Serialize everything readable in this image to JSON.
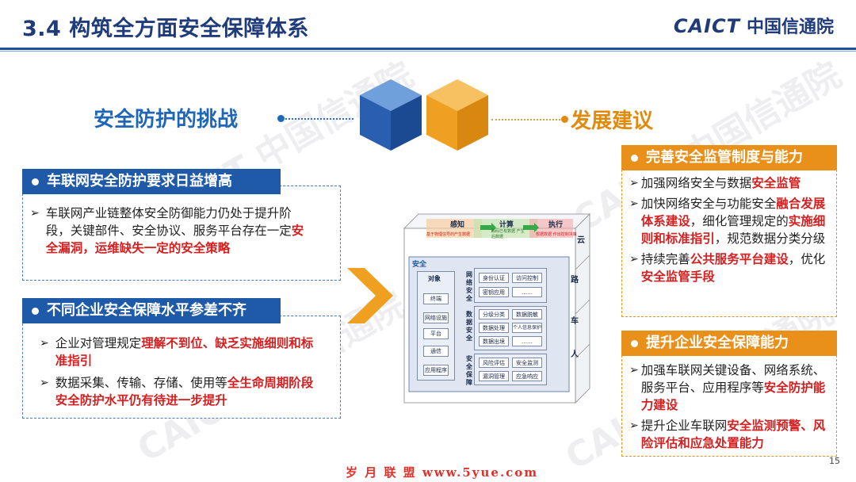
{
  "header": {
    "title": "3.4 构筑全方面安全保障体系",
    "logo_en": "CAICT",
    "logo_cn": "中国信通院"
  },
  "watermark": "CAICT 中国信通院",
  "left": {
    "heading": "安全防护的挑战",
    "sections": [
      {
        "title": "车联网安全防护要求日益增高",
        "bullets": [
          [
            {
              "t": "车联网产业链整体安全防御能力仍处于提升阶段，关键部件、安全协议、服务平台存在一定"
            },
            {
              "t": "安全漏洞，运维缺失一定的安全策略",
              "red": true
            }
          ]
        ]
      },
      {
        "title": "不同企业安全保障水平参差不齐",
        "bullets": [
          [
            {
              "t": "企业对管理规定"
            },
            {
              "t": "理解不到位、缺乏实施细则和标准指引",
              "red": true
            }
          ],
          [
            {
              "t": "数据采集、传输、存储、使用等"
            },
            {
              "t": "全生命周期阶段安全防护水平仍有待进一步提升",
              "red": true
            }
          ]
        ]
      }
    ]
  },
  "right": {
    "heading": "发展建议",
    "sections": [
      {
        "title": "完善安全监管制度与能力",
        "bullets": [
          [
            {
              "t": "加强网络安全与数据"
            },
            {
              "t": "安全监管",
              "red": true
            }
          ],
          [
            {
              "t": "加快网络安全与功能安全"
            },
            {
              "t": "融合发展体系建设",
              "red": true
            },
            {
              "t": "，细化管理规定的"
            },
            {
              "t": "实施细则和标准指引",
              "red": true
            },
            {
              "t": "，规范数据分类分级"
            }
          ],
          [
            {
              "t": "持续完善"
            },
            {
              "t": "公共服务平台建设",
              "red": true
            },
            {
              "t": "，优化"
            },
            {
              "t": "安全监管手段",
              "red": true
            }
          ]
        ]
      },
      {
        "title": "提升企业安全保障能力",
        "bullets": [
          [
            {
              "t": "加强车联网关键设备、网络系统、服务平台、应用程序等"
            },
            {
              "t": "安全防护能力建设",
              "red": true
            }
          ],
          [
            {
              "t": "提升企业车联网"
            },
            {
              "t": "安全监测预警、风险评估和应急处置能力",
              "red": true
            }
          ]
        ]
      }
    ]
  },
  "diagram": {
    "top_labels": [
      "感知",
      "计算",
      "执行"
    ],
    "top_sub": [
      "基于物理信号的产生数据",
      "源码已有数据 产生后数据",
      "根据数据 作出控制决策"
    ],
    "security": "安全",
    "object": "对象",
    "objects": [
      "终端",
      "网络设施",
      "平台",
      "通信",
      "应用程序"
    ],
    "groups": [
      {
        "label": "网络安全",
        "items": [
          "身份认证",
          "访问控制",
          "密钥应用",
          "……"
        ]
      },
      {
        "label": "数据安全",
        "items": [
          "分级分类",
          "数据脱敏",
          "数据处理",
          "个人信息保护",
          "数据出境",
          "……"
        ]
      },
      {
        "label": "安全保障",
        "items": [
          "风险评估",
          "安全监测",
          "漏洞管理",
          "应急响应"
        ]
      }
    ],
    "side": [
      "云",
      "路",
      "车",
      "人"
    ]
  },
  "page_number": "15",
  "footer": "岁 月 联 盟  www.5yue.com",
  "colors": {
    "title_blue": "#1f3b7a",
    "accent_blue": "#1e5aa8",
    "accent_orange": "#e8901a",
    "highlight_red": "#d42020"
  }
}
